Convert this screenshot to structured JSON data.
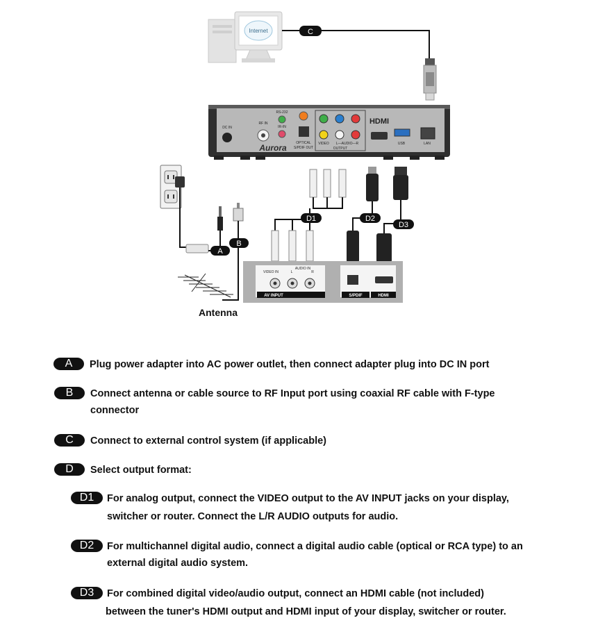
{
  "diagram": {
    "monitor_screen_text": "Internet",
    "brand_logo": "Aurora",
    "hdmi_logo": "HDMI",
    "port_labels": {
      "dc_in": "DC IN",
      "rf_in": "RF IN",
      "rs232": "RS-232",
      "ir_in": "IR-IN",
      "optical": "OPTICAL",
      "spdif_out": "S/PDIF OUT",
      "video": "VIDEO",
      "audio_lr": "L—AUDIO—R",
      "output": "OUTPUT",
      "usb": "USB",
      "lan": "LAN"
    },
    "display_labels": {
      "video_in": "VIDEO IN",
      "audio_l": "L",
      "audio_in": "AUDIO IN",
      "audio_r": "R",
      "av_input": "AV  INPUT",
      "spdif": "S/PDIF",
      "hdmi": "HDMI"
    },
    "antenna_label": "Antenna",
    "badges": {
      "A": "A",
      "B": "B",
      "C": "C",
      "D1": "D1",
      "D2": "D2",
      "D3": "D3"
    }
  },
  "legend": {
    "A": {
      "badge": "A",
      "lines": [
        "Plug power adapter into AC power outlet, then connect adapter plug into DC IN port"
      ]
    },
    "B": {
      "badge": "B",
      "lines": [
        "Connect antenna or cable source to RF Input port using coaxial RF cable with F-type",
        "connector"
      ]
    },
    "C": {
      "badge": "C",
      "lines": [
        "Connect to external control system (if applicable)"
      ]
    },
    "D": {
      "badge": "D",
      "lines": [
        "Select output format:"
      ]
    },
    "D1": {
      "badge": "D1",
      "lines": [
        "For analog output, connect the VIDEO output to the AV INPUT jacks on your display,",
        "switcher or router. Connect the L/R AUDIO outputs for audio."
      ]
    },
    "D2": {
      "badge": "D2",
      "lines": [
        "For multichannel digital audio, connect a digital audio cable (optical or RCA type) to an",
        "external digital audio system."
      ]
    },
    "D3": {
      "badge": "D3",
      "lines": [
        "For combined digital video/audio output, connect an HDMI cable (not included)",
        "between the tuner's HDMI output and HDMI input of your display, switcher or router."
      ]
    }
  }
}
